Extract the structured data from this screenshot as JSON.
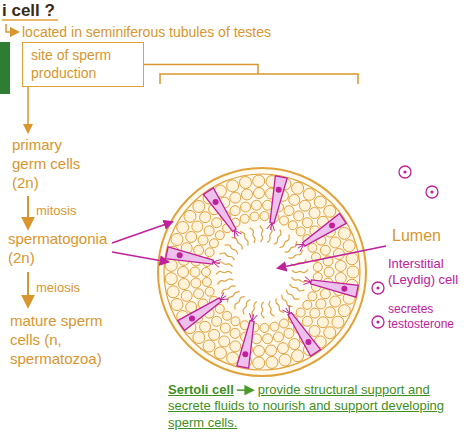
{
  "diagram": {
    "title": "i cell ?",
    "nodes": [
      {
        "text": [
          "site of sperm production"
        ]
      }
    ],
    "labels": [
      "located in seminiferous tubules of testes",
      "primary germ cells (2n)",
      "mitosis",
      "spermatogonia (2n)",
      "meiosis",
      "mature sperm cells (n, spermatozoa)",
      "Lumen",
      "Interstitial (Leydig) cell",
      "secretes testosterone",
      "Sertoli cell",
      "provide structural support and secrete fluids to nourish and support developing sperm cells."
    ]
  }
}
